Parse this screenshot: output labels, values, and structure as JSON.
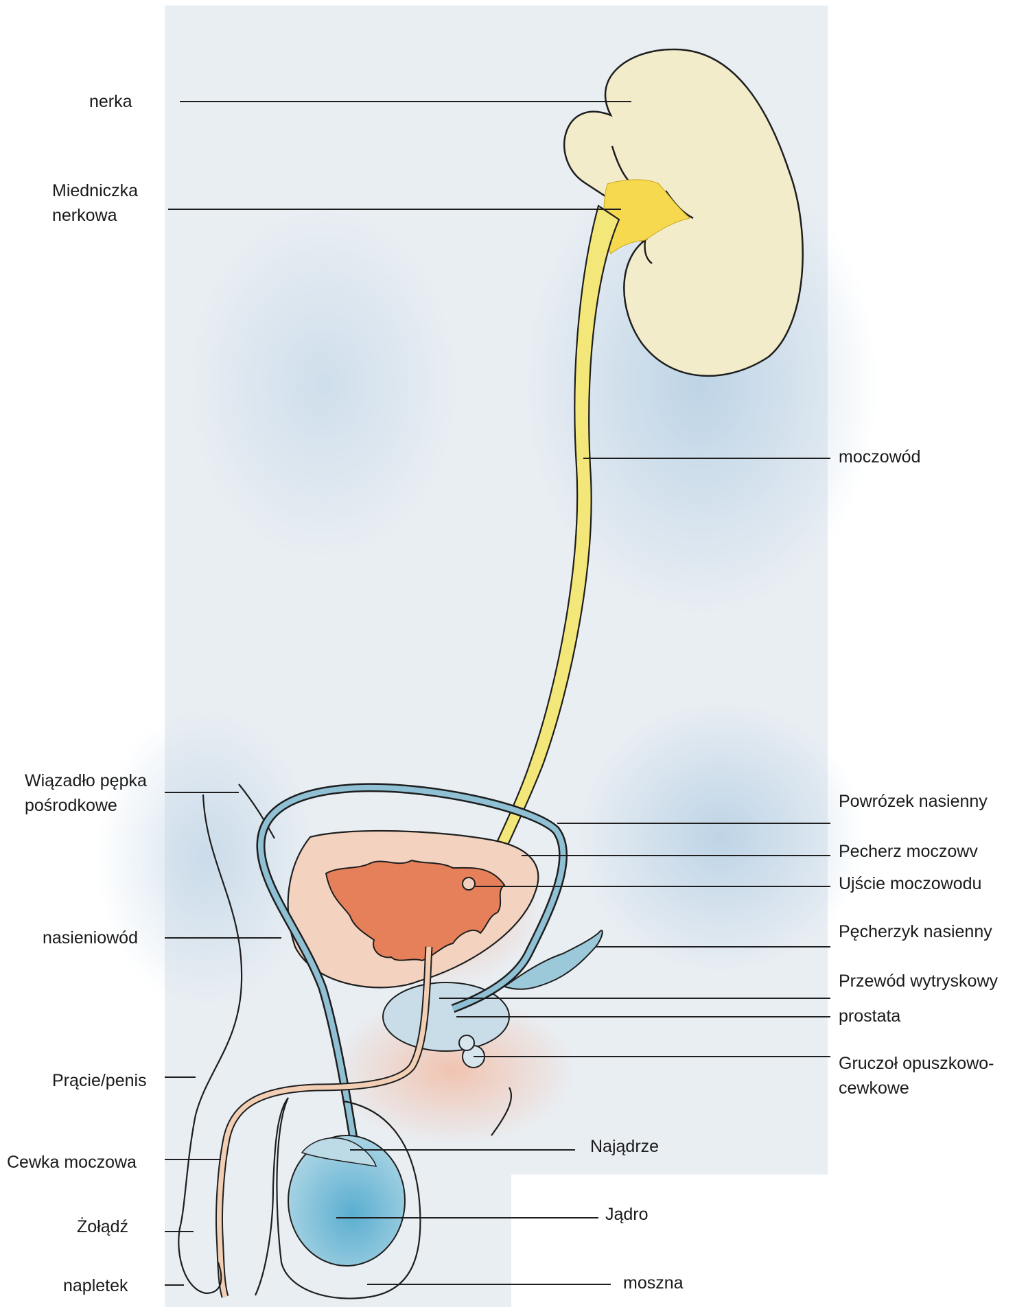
{
  "labels": {
    "nerka": "nerka",
    "miedniczka_1": "Miedniczka",
    "miedniczka_2": "nerkowa",
    "moczowod": "moczowód",
    "wiazadlo_1": "Wiązadło pępka",
    "wiazadlo_2": "pośrodkowe",
    "powrozek": "Powrózek nasienny",
    "pecherz": "Pecherz moczowv",
    "ujscie": "Ujście moczowodu",
    "nasieniowod": "nasieniowód",
    "pecherzyk": "Pęcherzyk nasienny",
    "przewod": "Przewód wytryskowy",
    "prostata": "prostata",
    "gruczol_1": "Gruczoł opuszkowo-",
    "gruczol_2": "cewkowe",
    "pracie": "Prącie/penis",
    "cewka": "Cewka moczowa",
    "najadrze": "Najądrze",
    "zoladz": "Żołądź",
    "jadro": "Jądro",
    "napletek": "napletek",
    "moszna": "moszna"
  },
  "colors": {
    "paper": "#e8eef4",
    "wash_blue": "#bcd3e6",
    "kidney": "#f2ecc8",
    "ureter": "#f4e77a",
    "pelvis": "#f7dd55",
    "bladder_wall": "#f5d6c4",
    "bladder_lumen": "#e4805a",
    "vas": "#8fc0d4",
    "prostate": "#c9dde8",
    "skin": "#f2cfb4",
    "testis": "#8cc3d8",
    "outline": "#1e1e1e",
    "leader": "#1e1e1e"
  }
}
